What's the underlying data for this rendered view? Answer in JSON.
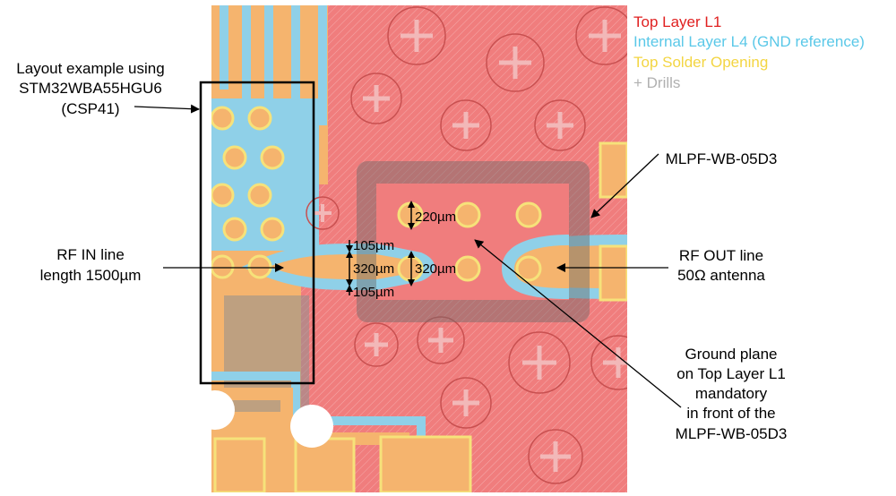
{
  "legend": {
    "top_layer": "Top Layer L1",
    "internal_layer": "Internal Layer L4 (GND reference)",
    "solder_opening": "Top Solder Opening",
    "drills": "+ Drills"
  },
  "colors": {
    "top_layer": "#f07d7d",
    "internal_layer": "#8fd0e8",
    "solder_opening": "#f6e27a",
    "copper_trace": "#f5b46e",
    "legend_red": "#e02020",
    "legend_cyan": "#5ac8e8",
    "legend_yellow": "#f3d542",
    "legend_gray": "#b0b0b0"
  },
  "annotations": {
    "layout_example": [
      "Layout example using",
      "STM32WBA55HGU6",
      "(CSP41)"
    ],
    "rf_in": [
      "RF IN line",
      "length 1500µm"
    ],
    "mlpf": "MLPF-WB-05D3",
    "rf_out": [
      "RF OUT line",
      "50Ω antenna"
    ],
    "ground_plane": [
      "Ground plane",
      "on Top Layer L1",
      "mandatory",
      "in front of the",
      "MLPF-WB-05D3"
    ]
  },
  "dimensions": {
    "gap_top": "105µm",
    "line_width": "320µm",
    "pad_diameter": "320µm",
    "gap_bottom": "105µm",
    "pitch": "220µm"
  }
}
